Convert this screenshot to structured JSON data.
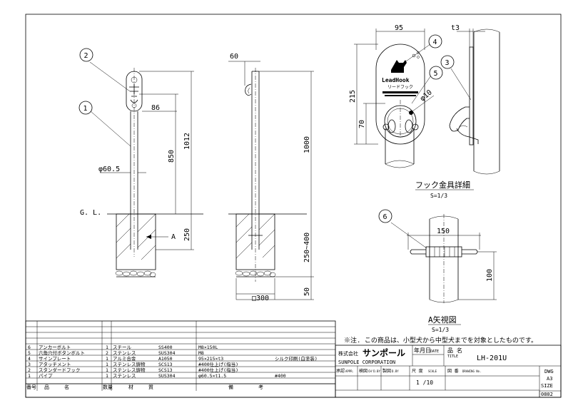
{
  "dims": {
    "d_86": "86",
    "d_1012": "1012",
    "d_850": "850",
    "d_phi605": "φ60.5",
    "d_250": "250",
    "d_arrowA": "A",
    "d_gl": "G. L.",
    "d_60": "60",
    "d_1000": "1000",
    "d_250_400": "250~400",
    "d_50": "50",
    "d_sq300": "□300",
    "d_95": "95",
    "d_t3": "t3",
    "d_215": "215",
    "d_70": "70",
    "d_phi10": "φ10",
    "d_150": "150",
    "d_100": "100"
  },
  "balloons": [
    "1",
    "2",
    "3",
    "4",
    "5",
    "6"
  ],
  "sign": {
    "brand": "LeadHook",
    "sub": "リードフック"
  },
  "captions": {
    "hook_detail": "フック金具詳細",
    "hook_scale": "S=1/3",
    "a_view": "A矢視図",
    "a_scale": "S=1/3"
  },
  "note": "※注. この商品は、小型犬から中型犬までを対象としたものです。",
  "parts_header": [
    "番号",
    "品　　　名",
    "数量",
    "材　　　質",
    "備　　　　　考"
  ],
  "parts": [
    {
      "no": "6",
      "name": "アンカーボルト",
      "qty": "1",
      "mat1": "スチール",
      "mat2": "SS400",
      "spec": "M8×150L",
      "note": ""
    },
    {
      "no": "5",
      "name": "六角穴付ボタンボルト",
      "qty": "2",
      "mat1": "ステンレス",
      "mat2": "SUS304",
      "spec": "M8",
      "note": ""
    },
    {
      "no": "4",
      "name": "サインプレート",
      "qty": "1",
      "mat1": "アルミ合金",
      "mat2": "A1050",
      "spec": "95×215×t3",
      "note": "シルク印刷(白塗装)"
    },
    {
      "no": "3",
      "name": "アタッチメント",
      "qty": "1",
      "mat1": "ステンレス鋳物",
      "mat2": "SCS13",
      "spec": "#400仕上げ(指当)",
      "note": ""
    },
    {
      "no": "2",
      "name": "スタンダードフック",
      "qty": "1",
      "mat1": "ステンレス鋳物",
      "mat2": "SCS13",
      "spec": "#400仕上げ(指当)",
      "note": ""
    },
    {
      "no": "1",
      "name": "パイプ",
      "qty": "1",
      "mat1": "ステンレス",
      "mat2": "SUS304",
      "spec": "φ60.5×t1.5",
      "note": "#400"
    }
  ],
  "title_block": {
    "company_jp": "株式会社",
    "company_logo": "サンポール",
    "company_en": "SUNPOLE CORPORATION",
    "date_label": "年月日",
    "date_en": "DATE",
    "hinmei_label": "品 名",
    "hinmei_en": "TITLE",
    "product": "LH-201U",
    "approved": "承認",
    "approved_en": "APPR.",
    "checked": "検図",
    "checked_en": "CH'D.BY",
    "drawn": "製図",
    "drawn_en": "D.BY",
    "scale_label": "尺 度",
    "scale_en": "SCALE",
    "scale_value": "1 /10",
    "dwg_label": "図 番",
    "dwg_en": "DRAWING No.",
    "dwg": "DWG",
    "size_a3": "A3",
    "size_label": "SIZE",
    "sheet": "0802"
  }
}
